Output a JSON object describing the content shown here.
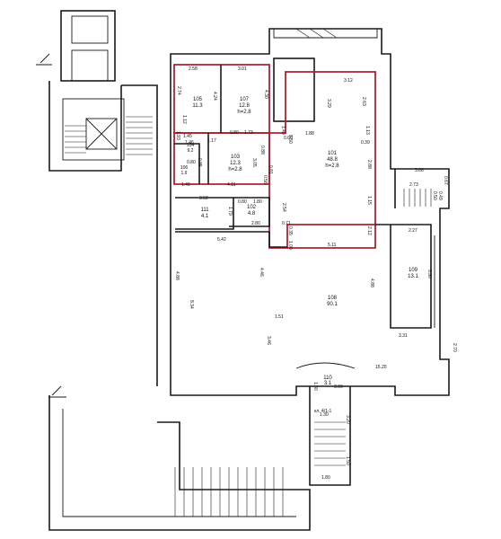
{
  "plan": {
    "accent_color": "#b0202e",
    "line_color": "#1a1a1a",
    "rooms": [
      {
        "id": "r105",
        "number": "105",
        "area": "11.3"
      },
      {
        "id": "r107",
        "number": "107",
        "area": "12.8",
        "height": "h=2.8"
      },
      {
        "id": "r103",
        "number": "103",
        "area": "12.3",
        "height": "h=2.8"
      },
      {
        "id": "r101",
        "number": "101",
        "area": "48.8",
        "height": "h=2.8"
      },
      {
        "id": "r102",
        "number": "102",
        "area": "4.8"
      },
      {
        "id": "r111",
        "number": "111",
        "area": "4.1"
      },
      {
        "id": "r104",
        "number": "104",
        "area": "9.2"
      },
      {
        "id": "r106",
        "number": "106",
        "area": "1.9"
      },
      {
        "id": "r108",
        "number": "108",
        "area": "90.1"
      },
      {
        "id": "r109",
        "number": "109",
        "area": "13.1"
      },
      {
        "id": "r110",
        "number": "110",
        "area": "3.1"
      }
    ],
    "dimensions": [
      "2.58",
      "3.01",
      "2.74",
      "4.24",
      "4.30",
      "1.12",
      "1.93",
      "1.45",
      "1.46",
      "0.80",
      "1.73",
      "1.17",
      "0.85",
      "0.88",
      "0.80",
      "3.05",
      "0.56",
      "0.81",
      "1.45",
      "4.11",
      "0.60",
      "1.88",
      "1.49",
      "0.50",
      "3.12",
      "3.29",
      "2.63",
      "1.13",
      "0.39",
      "2.88",
      "1.15",
      "2.12",
      "5.11",
      "3.52",
      "1.79",
      "0.80",
      "1.80",
      "2.54",
      "2.80",
      "0.71",
      "0.35",
      "1.00",
      "5.42",
      "4.88",
      "4.46",
      "8.34",
      "3.46",
      "1.51",
      "4.88",
      "3.31",
      "2.27",
      "5.90",
      "3.66",
      "2.73",
      "0.50",
      "0.49",
      "0.67",
      "2.70",
      "15.20",
      "1.30",
      "3.90",
      "1.30",
      "3.20",
      "1.50",
      "1.80"
    ],
    "labels": {
      "stair_label": "кл. 4/1-1"
    }
  }
}
